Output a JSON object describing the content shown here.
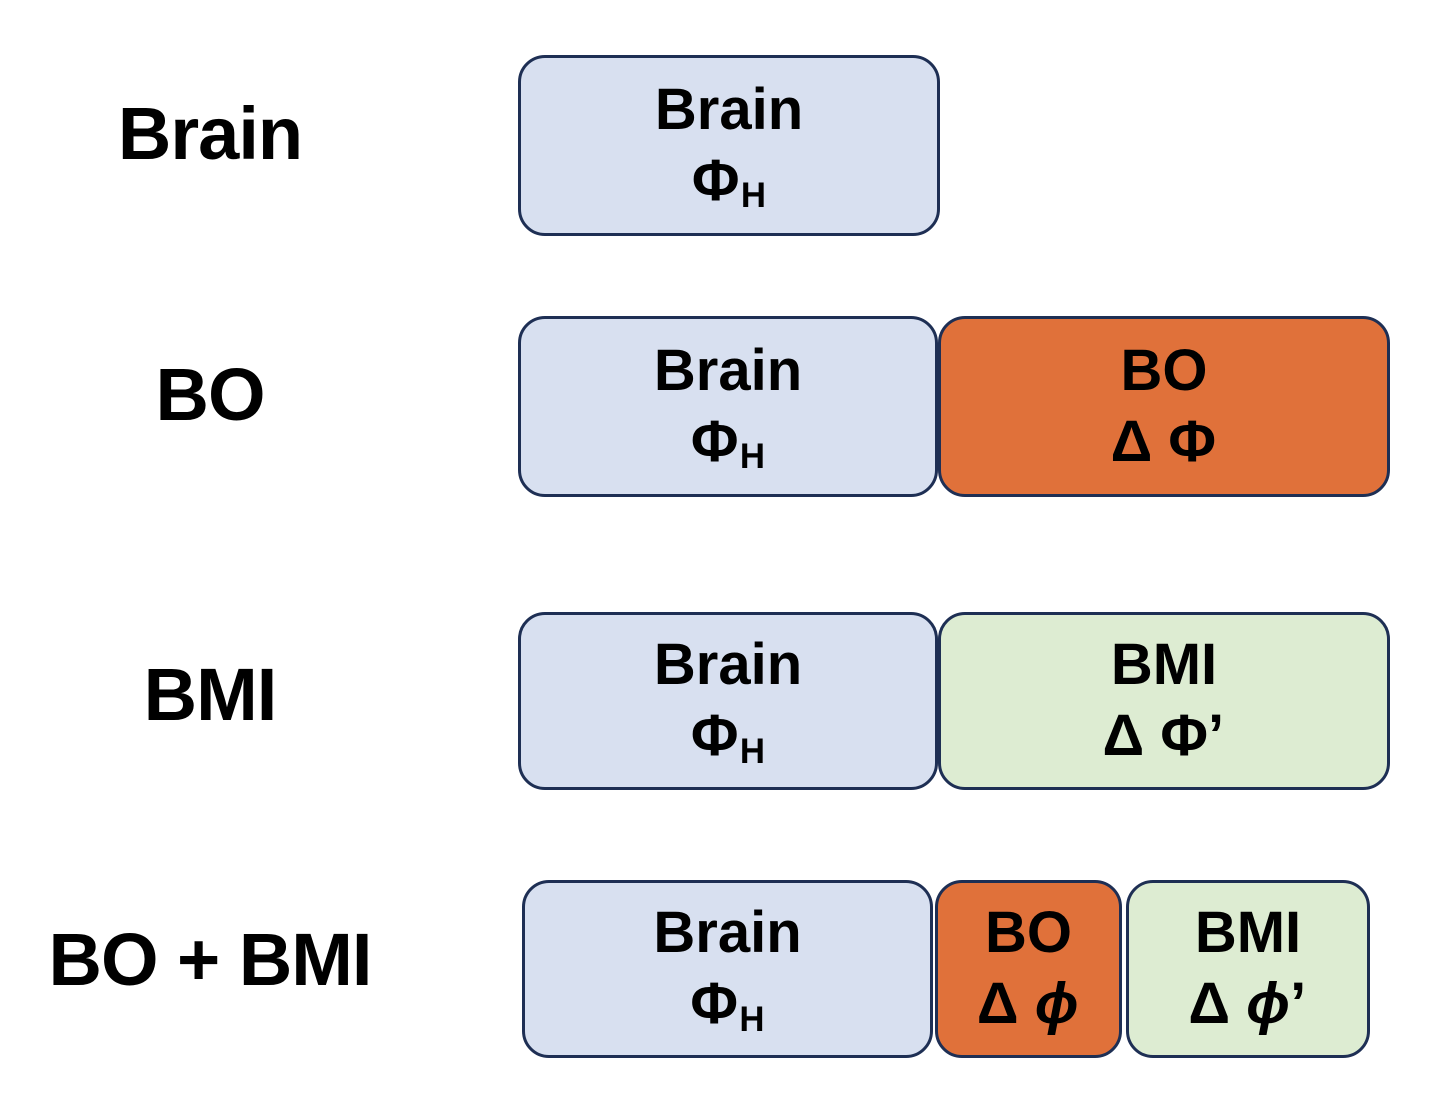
{
  "palette": {
    "box_blue": "#d8e0f0",
    "box_orange": "#e0713a",
    "box_green": "#ddecd2",
    "border": "#1e2f54",
    "text": "#000000"
  },
  "rows": [
    {
      "label": "Brain",
      "boxes": [
        {
          "title": "Brain",
          "sym_prefix": "",
          "sym_phi": "Φ",
          "sym_suffix": "",
          "sym_sub": "H",
          "fill": "blue"
        }
      ]
    },
    {
      "label": "BO",
      "boxes": [
        {
          "title": "Brain",
          "sym_prefix": "",
          "sym_phi": "Φ",
          "sym_suffix": "",
          "sym_sub": "H",
          "fill": "blue"
        },
        {
          "title": "BO",
          "sym_prefix": "Δ ",
          "sym_phi": "Φ",
          "sym_suffix": "",
          "sym_sub": "",
          "fill": "orange"
        }
      ]
    },
    {
      "label": "BMI",
      "boxes": [
        {
          "title": "Brain",
          "sym_prefix": "",
          "sym_phi": "Φ",
          "sym_suffix": "",
          "sym_sub": "H",
          "fill": "blue"
        },
        {
          "title": "BMI",
          "sym_prefix": "Δ ",
          "sym_phi": "Φ",
          "sym_suffix": "’",
          "sym_sub": "",
          "fill": "green"
        }
      ]
    },
    {
      "label": "BO + BMI",
      "boxes": [
        {
          "title": "Brain",
          "sym_prefix": "",
          "sym_phi": "Φ",
          "sym_suffix": "",
          "sym_sub": "H",
          "fill": "blue"
        },
        {
          "title": "BO",
          "sym_prefix": "Δ ",
          "sym_phi": "ϕ",
          "sym_suffix": "",
          "sym_sub": "",
          "fill": "orange",
          "phi_italic": true
        },
        {
          "title": "BMI",
          "sym_prefix": "Δ ",
          "sym_phi": "ϕ",
          "sym_suffix": "’",
          "sym_sub": "",
          "fill": "green",
          "phi_italic": true
        }
      ]
    }
  ]
}
